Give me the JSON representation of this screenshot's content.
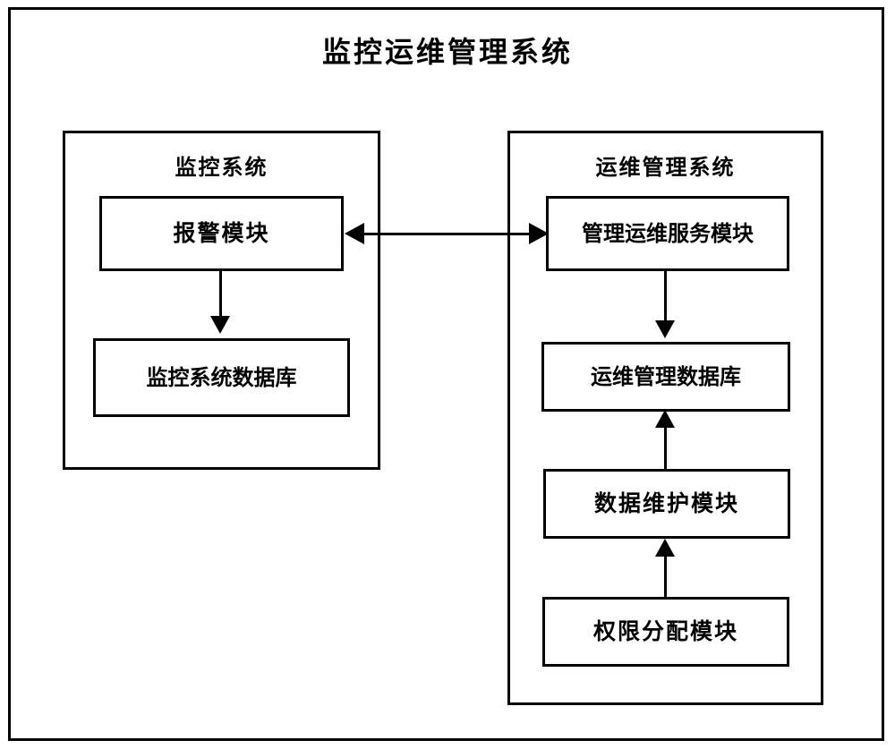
{
  "diagram": {
    "title": "监控运维管理系统",
    "type": "block-diagram",
    "background_color": "#ffffff",
    "line_color": "#000000"
  },
  "panels": [
    {
      "id": "monitoring",
      "title": "监控系统",
      "modules": [
        {
          "id": "alarm",
          "label": "报警模块"
        },
        {
          "id": "monitoring-database",
          "label": "监控系统数据库"
        }
      ]
    },
    {
      "id": "operations",
      "title": "运维管理系统",
      "modules": [
        {
          "id": "ops-service",
          "label": "管理运维服务模块"
        },
        {
          "id": "ops-database",
          "label": "运维管理数据库"
        },
        {
          "id": "data-maintenance",
          "label": "数据维护模块"
        },
        {
          "id": "permission-allocation",
          "label": "权限分配模块"
        }
      ]
    }
  ],
  "connectors": [
    {
      "id": "alarm-to-monitoring-database",
      "from": "报警模块",
      "to": "监控系统数据库",
      "direction": "down",
      "arrows": "single"
    },
    {
      "id": "alarm-to-ops-service",
      "from": "报警模块",
      "to": "管理运维服务模块",
      "direction": "horizontal",
      "arrows": "double"
    },
    {
      "id": "ops-service-to-ops-database",
      "from": "管理运维服务模块",
      "to": "运维管理数据库",
      "direction": "down",
      "arrows": "single"
    },
    {
      "id": "data-maintenance-to-ops-database",
      "from": "数据维护模块",
      "to": "运维管理数据库",
      "direction": "up",
      "arrows": "single"
    },
    {
      "id": "permission-to-data-maintenance",
      "from": "权限分配模块",
      "to": "数据维护模块",
      "direction": "up",
      "arrows": "single"
    }
  ]
}
